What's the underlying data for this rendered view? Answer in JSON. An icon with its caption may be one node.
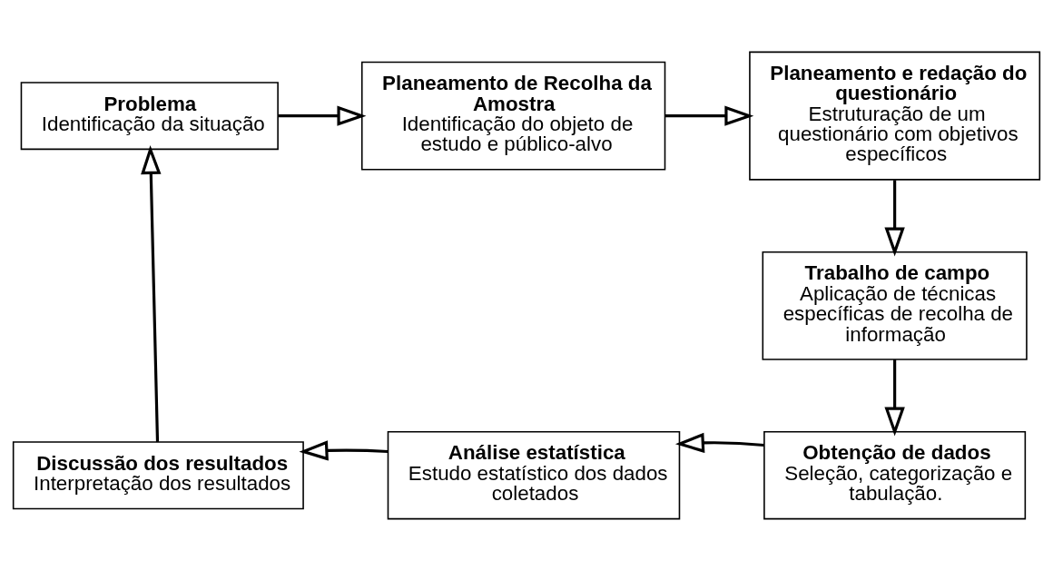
{
  "diagram": {
    "nodes": [
      {
        "text": [
          "Problema",
          "Identificação da situação"
        ]
      },
      {
        "text": [
          "Planeamento de Recolha da Amostra",
          "Identificação do objeto de estudo e público-alvo"
        ]
      },
      {
        "text": [
          "Planeamento e redação do questionário",
          "Estruturação de um questionário com objetivos específicos"
        ]
      },
      {
        "text": [
          "Trabalho de campo",
          "Aplicação de técnicas específicas de recolha de informação"
        ]
      },
      {
        "text": [
          "Obtenção de dados",
          "Seleção, categorização e tabulação."
        ]
      },
      {
        "text": [
          "Análise estatística",
          "Estudo estatístico dos dados coletados"
        ]
      },
      {
        "text": [
          "Discussão dos resultados",
          "Interpretação dos resultados"
        ]
      }
    ],
    "edges": [
      {
        "from": 0,
        "to": 1,
        "arrow": "to"
      },
      {
        "from": 1,
        "to": 2,
        "arrow": "to"
      },
      {
        "from": 2,
        "to": 3,
        "arrow": "to"
      },
      {
        "from": 3,
        "to": 4,
        "arrow": "to"
      },
      {
        "from": 4,
        "to": 5,
        "arrow": "to"
      },
      {
        "from": 5,
        "to": 6,
        "arrow": "to"
      },
      {
        "from": 6,
        "to": 0,
        "arrow": "to"
      }
    ]
  }
}
